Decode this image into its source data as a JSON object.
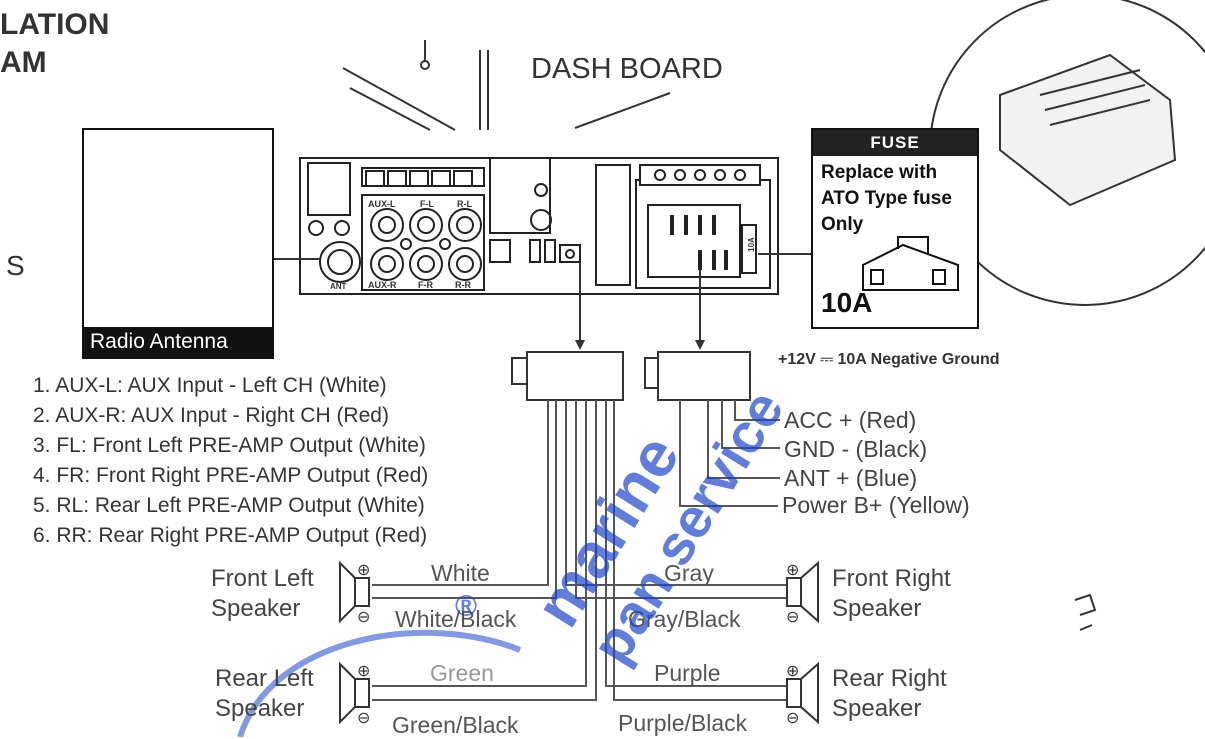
{
  "header": {
    "title_line1": "LATION",
    "title_line2": "AM",
    "dash_board": "DASH BOARD",
    "edge_letter": "S"
  },
  "antenna": {
    "label": "Radio Antenna"
  },
  "fuse": {
    "header": "FUSE",
    "line1": "Replace with",
    "line2": "ATO Type fuse",
    "line3": "Only",
    "rating": "10A"
  },
  "head_unit": {
    "jacks": {
      "aux_l": "AUX-L",
      "aux_r": "AUX-R",
      "f_l": "F-L",
      "f_r": "F-R",
      "r_l": "R-L",
      "r_r": "R-R",
      "ant": "ANT",
      "fuse_slot": "10A"
    }
  },
  "power": {
    "ground_note": "+12V ⎓ 10A Negative Ground",
    "wires": [
      "ACC + (Red)",
      "GND -  (Black)",
      "ANT + (Blue)",
      "Power B+ (Yellow)"
    ]
  },
  "legend": [
    "1. AUX-L: AUX Input - Left CH (White)",
    "2. AUX-R: AUX Input - Right CH (Red)",
    "3. FL: Front Left PRE-AMP Output (White)",
    "4. FR: Front Right PRE-AMP Output (Red)",
    "5. RL: Rear Left PRE-AMP Output (White)",
    "6. RR: Rear Right PRE-AMP Output (Red)"
  ],
  "speakers": {
    "front_left": {
      "line1": "Front Left",
      "line2": "Speaker",
      "wire_pos": "White",
      "wire_neg": "White/Black"
    },
    "front_right": {
      "line1": "Front Right",
      "line2": "Speaker",
      "wire_pos": "Gray",
      "wire_neg": "Gray/Black"
    },
    "rear_left": {
      "line1": "Rear Left",
      "line2": "Speaker",
      "wire_pos": "Green",
      "wire_neg": "Green/Black"
    },
    "rear_right": {
      "line1": "Rear Right",
      "line2": "Speaker",
      "wire_pos": "Purple",
      "wire_neg": "Purple/Black"
    },
    "plus_symbol": "⊕",
    "minus_symbol": "⊖"
  },
  "watermark": {
    "line1": "marine",
    "line2": "pan service",
    "registered": "®",
    "color": "#1e46c8"
  },
  "colors": {
    "ink": "#333333",
    "box_dark": "#111111"
  }
}
